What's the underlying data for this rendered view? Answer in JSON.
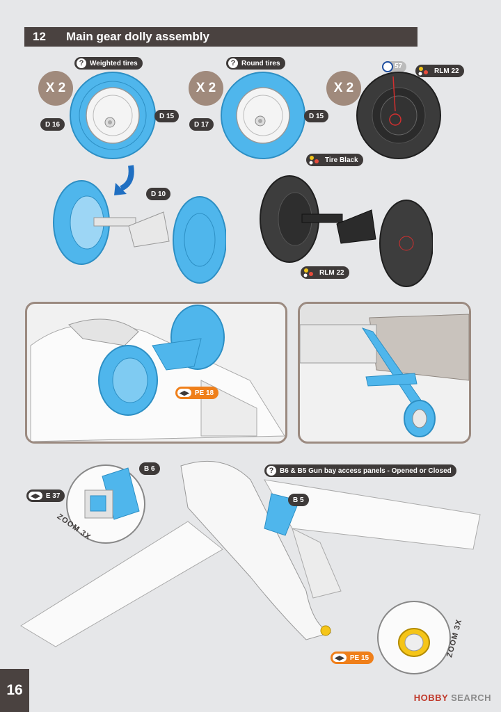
{
  "header": {
    "step_number": "12",
    "title": "Main gear dolly assembly"
  },
  "variants": [
    {
      "note": "Weighted tires",
      "quantity": "X 2",
      "parts": [
        "D 16",
        "D 15"
      ]
    },
    {
      "note": "Round tires",
      "quantity": "X 2",
      "parts": [
        "D 17",
        "D 15"
      ]
    },
    {
      "quantity": "X 2",
      "paint_ref": "57",
      "colors": [
        "RLM 22",
        "Tire Black"
      ]
    }
  ],
  "assembly": {
    "part": "D 10",
    "color": "RLM 22"
  },
  "photo_etch": [
    "PE 18",
    "E 37",
    "PE 15"
  ],
  "fuselage_parts": [
    "B 6",
    "B 5"
  ],
  "gun_bay_note": "B6 & B5 Gun bay access panels - Opened or Closed",
  "zoom_labels": [
    "ZOOM 3X",
    "ZOOM 3X"
  ],
  "page_number": "16",
  "watermark": {
    "logo": "HOBBY",
    "text": "SEARCH"
  },
  "colors": {
    "highlight_blue": "#4fb6ec",
    "header_bg": "#4a4240",
    "pe_orange": "#ef7f1a",
    "badge": "#a08a7c"
  }
}
